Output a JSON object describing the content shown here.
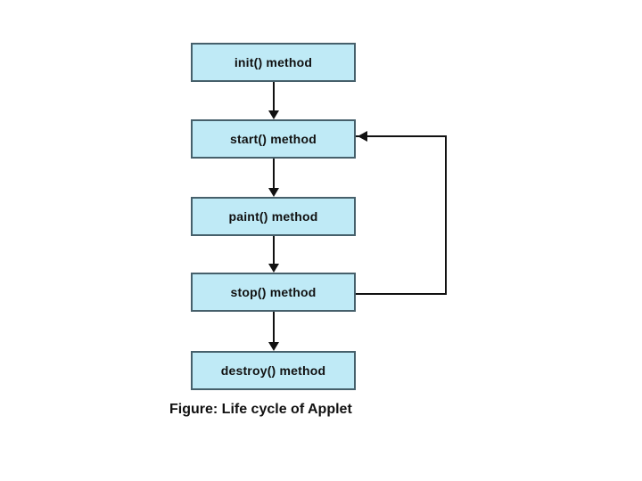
{
  "figure": {
    "type": "flowchart",
    "caption": "Figure: Life cycle of Applet",
    "nodes": [
      {
        "id": "init",
        "label": "init() method"
      },
      {
        "id": "start",
        "label": "start() method"
      },
      {
        "id": "paint",
        "label": "paint() method"
      },
      {
        "id": "stop",
        "label": "stop() method"
      },
      {
        "id": "destroy",
        "label": "destroy() method"
      }
    ],
    "edges": [
      {
        "from": "init",
        "to": "start",
        "style": "straight-down-arrow"
      },
      {
        "from": "start",
        "to": "paint",
        "style": "straight-down-arrow"
      },
      {
        "from": "paint",
        "to": "stop",
        "style": "straight-down-arrow"
      },
      {
        "from": "stop",
        "to": "destroy",
        "style": "straight-down-arrow"
      },
      {
        "from": "stop",
        "to": "start",
        "style": "right-side-feedback-loop-arrow"
      }
    ],
    "colors": {
      "background": "#ffffff",
      "node_fill": "#bfeaf6",
      "node_border": "#46606b",
      "arrow": "#111111",
      "text": "#111111"
    }
  }
}
